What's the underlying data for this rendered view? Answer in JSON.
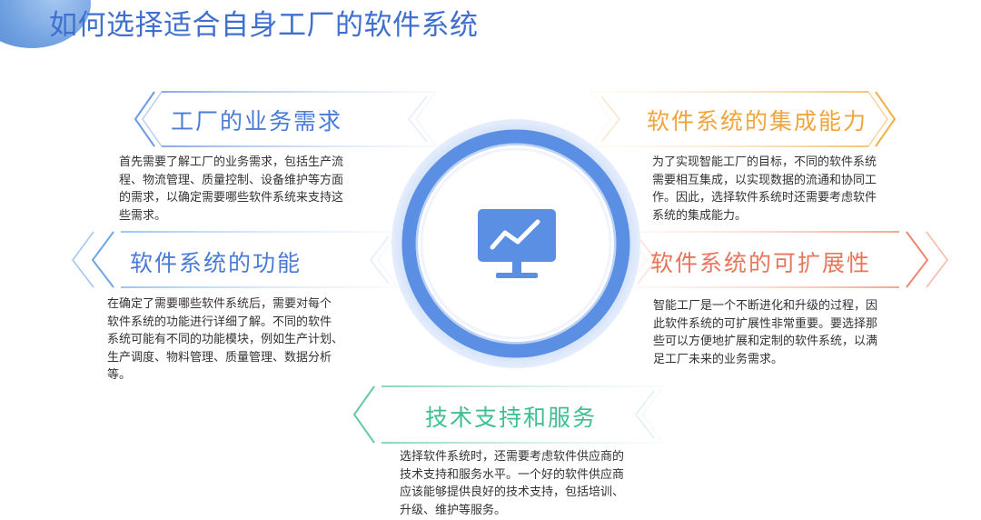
{
  "page": {
    "title": "如何选择适合自身工厂的软件系统"
  },
  "colors": {
    "title": "#3f6fcf",
    "blue_header": "#4a7bd6",
    "orange_header": "#f0a53c",
    "coral_header": "#e8755c",
    "green_header": "#3fbf8f",
    "ring": "#5b8fe3"
  },
  "center": {
    "icon": "monitor-chart-icon"
  },
  "sections": {
    "business": {
      "title": "工厂的业务需求",
      "lines": [
        "首先需要了解工厂的业务需求，包括生产流",
        "程、物流管理、质量控制、设备维护等方面",
        "的需求，以确定需要哪些软件系统来支持这",
        "些需求。"
      ]
    },
    "integration": {
      "title": "软件系统的集成能力",
      "lines": [
        "为了实现智能工厂的目标，不同的软件系统",
        "需要相互集成，以实现数据的流通和协同工",
        "作。因此，选择软件系统时还需要考虑软件",
        "系统的集成能力。"
      ]
    },
    "function": {
      "title": "软件系统的功能",
      "lines": [
        "在确定了需要哪些软件系统后，需要对每个",
        "软件系统的功能进行详细了解。不同的软件",
        "系统可能有不同的功能模块，例如生产计划、",
        "生产调度、物料管理、质量管理、数据分析",
        "等。"
      ]
    },
    "scalability": {
      "title": "软件系统的可扩展性",
      "lines": [
        "智能工厂是一个不断进化和升级的过程，因",
        "此软件系统的可扩展性非常重要。要选择那",
        "些可以方便地扩展和定制的软件系统，以满",
        "足工厂未来的业务需求。"
      ]
    },
    "support": {
      "title": "技术支持和服务",
      "lines": [
        "选择软件系统时，还需要考虑软件供应商的",
        "技术支持和服务水平。一个好的软件供应商",
        "应该能够提供良好的技术支持，包括培训、",
        "升级、维护等服务。"
      ]
    }
  }
}
